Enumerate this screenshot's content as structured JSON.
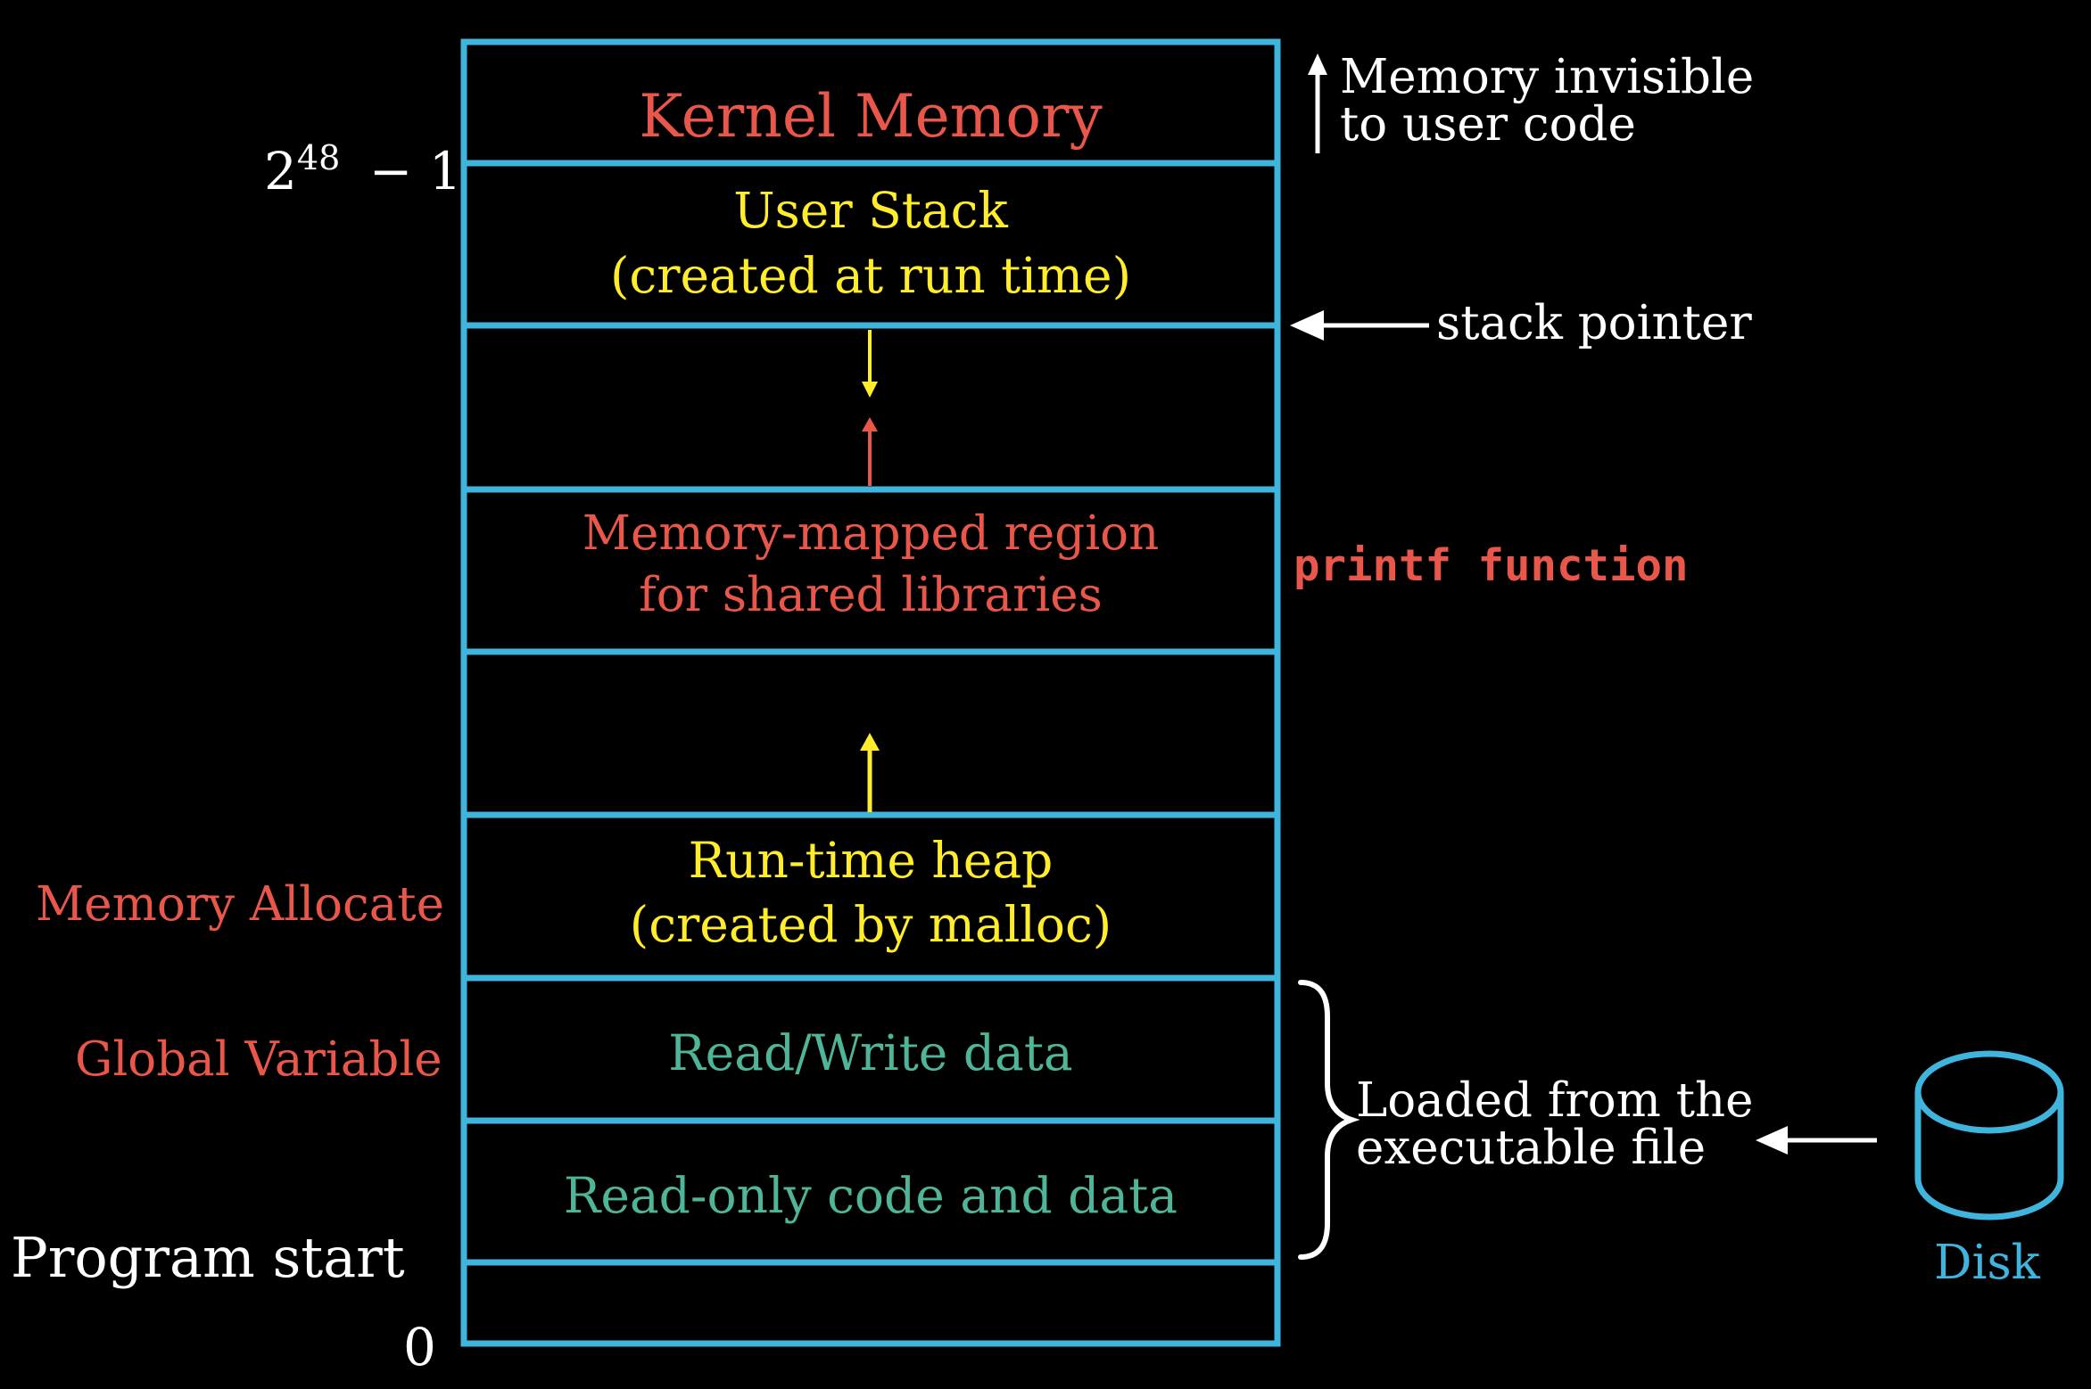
{
  "address_labels": {
    "top_base": "2",
    "top_exponent": "48",
    "top_suffix": "− 1",
    "bottom": "0"
  },
  "segments": {
    "kernel": "Kernel Memory",
    "stack_line1": "User Stack",
    "stack_line2": "(created at run time)",
    "mmap_line1": "Memory-mapped region",
    "mmap_line2": "for shared libraries",
    "heap_line1": "Run-time heap",
    "heap_line2": "(created by malloc)",
    "rw_data": "Read/Write data",
    "ro_code": "Read-only code and data"
  },
  "annotations": {
    "kernel_note_line1": "Memory invisible",
    "kernel_note_line2": "to user code",
    "stack_pointer": "stack pointer",
    "printf": "printf function",
    "memory_allocate": "Memory Allocate",
    "global_variable": "Global Variable",
    "program_start": "Program start",
    "loaded_line1": "Loaded from the",
    "loaded_line2": "executable file",
    "disk": "Disk"
  },
  "colors": {
    "frame": "#3fb4dd",
    "red": "#e8574a",
    "yellow": "#ffec2b",
    "green": "#4fb598",
    "white": "#ffffff"
  }
}
